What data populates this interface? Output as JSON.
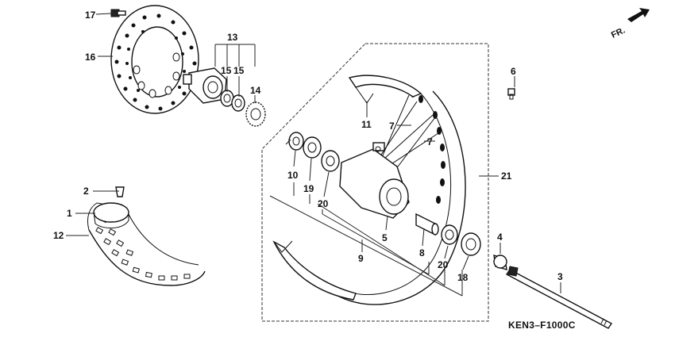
{
  "callouts": {
    "c1": "1",
    "c2": "2",
    "c3": "3",
    "c4": "4",
    "c5": "5",
    "c6": "6",
    "c7a": "7",
    "c7b": "7",
    "c8": "8",
    "c9": "9",
    "c10": "10",
    "c11": "11",
    "c12": "12",
    "c13": "13",
    "c14": "14",
    "c15a": "15",
    "c15b": "15",
    "c16": "16",
    "c17": "17",
    "c18": "18",
    "c19": "19",
    "c20a": "20",
    "c20b": "20",
    "c21": "21"
  },
  "arrow_label": "FR.",
  "diagram_code": "KEN3–F1000C"
}
